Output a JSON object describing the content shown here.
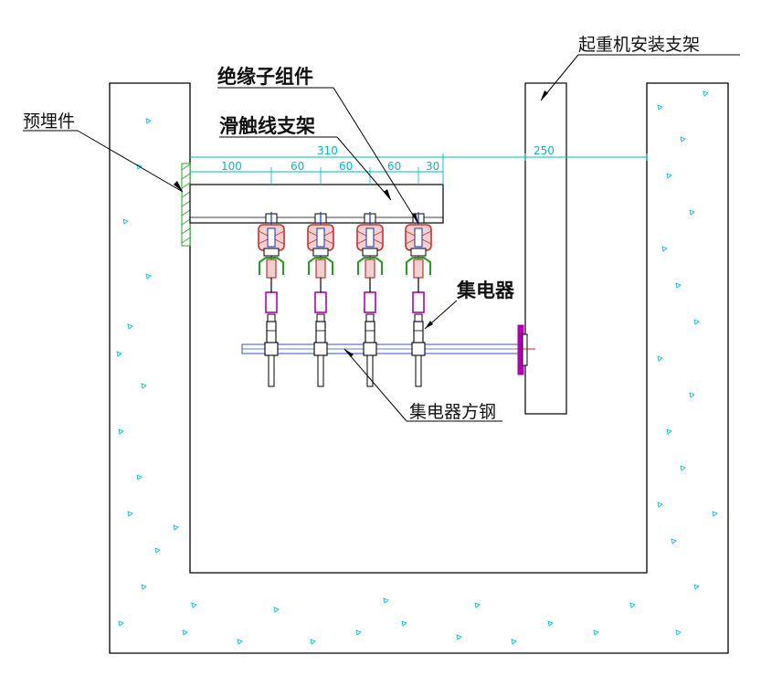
{
  "labels": {
    "embedded_part": "预埋件",
    "insulator_assembly": "绝缘子组件",
    "trolley_bracket": "滑触线支架",
    "crane_bracket": "起重机安装支架",
    "collector": "集电器",
    "collector_bar": "集电器方钢"
  },
  "dimensions": {
    "total": "310",
    "d1": "100",
    "d2": "60",
    "d3": "60",
    "d4": "60",
    "d5": "30",
    "gap": "250"
  },
  "colors": {
    "outline": "#000000",
    "dimension": "#00b8c8",
    "embedded_plate": "#22aa22",
    "insulator_body": "#c83030",
    "bolt": "#2040c0",
    "clamp": "#20a020",
    "collector_part": "#b000b0",
    "bar": "#3050c8"
  }
}
